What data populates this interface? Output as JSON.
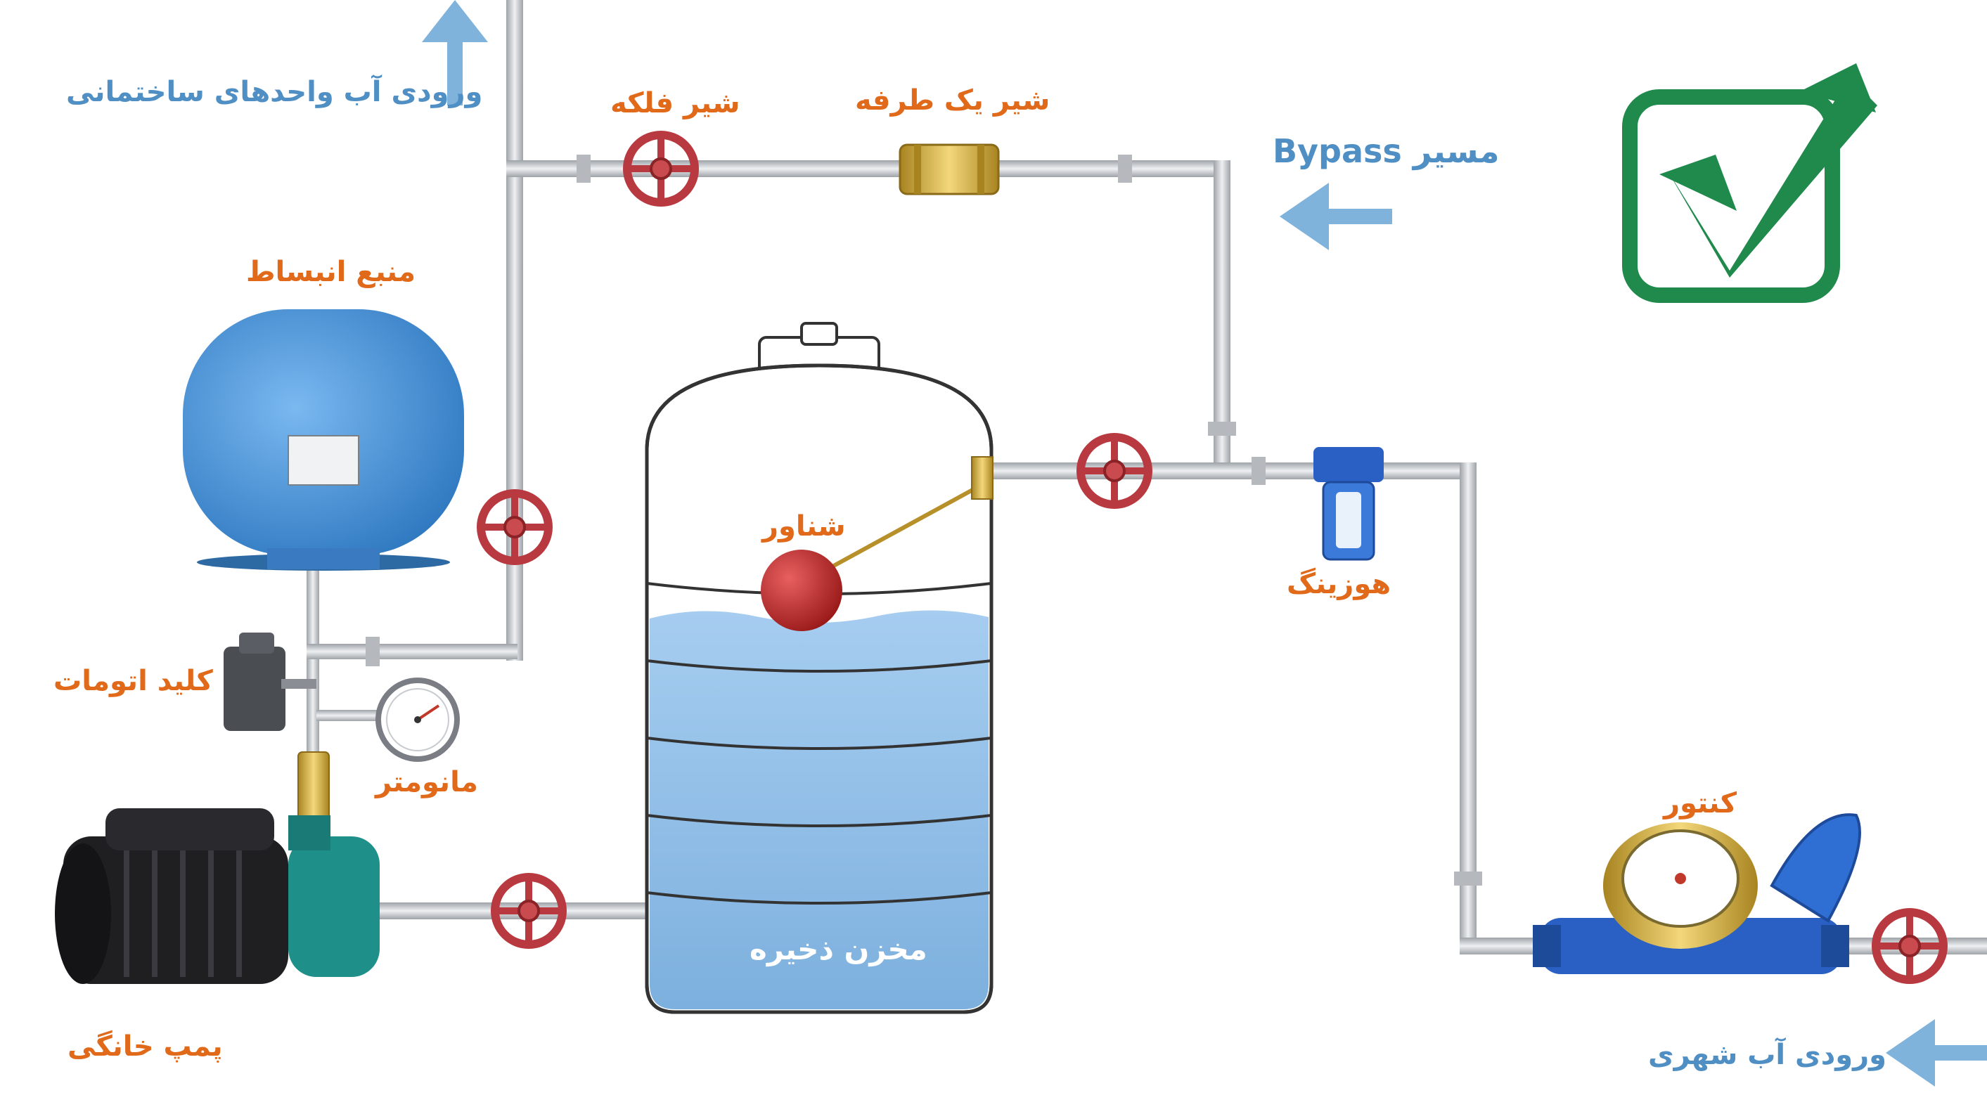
{
  "labels": {
    "building_inlet": "ورودی آب واحدهای ساختمانی",
    "gate_valve": "شیر فلکه",
    "check_valve": "شیر یک طرفه",
    "bypass": "مسیر Bypass",
    "expansion_tank": "منبع انبساط",
    "float": "شناور",
    "storage_tank": "مخزن ذخیره",
    "housing_filter": "هوزینگ",
    "pressure_switch": "کلید اتومات",
    "manometer": "مانومتر",
    "meter": "کنتور",
    "home_pump": "پمپ خانگی",
    "city_inlet": "ورودی آب شهری"
  },
  "colors": {
    "label_orange": "#e0691a",
    "label_blue": "#4f8fc4",
    "pipe_gray": "#c9ccd0",
    "valve_red": "#b8393f",
    "water_blue": "#8fbde6",
    "tank_blue": "#3d8fd6",
    "check_green": "#1f8a4c",
    "brass": "#d8b14a",
    "meter_blue": "#2a5fc4",
    "pump_teal": "#1f8f8a"
  },
  "icons": [
    "check-mark-icon",
    "arrow-up-icon",
    "arrow-left-icon"
  ]
}
